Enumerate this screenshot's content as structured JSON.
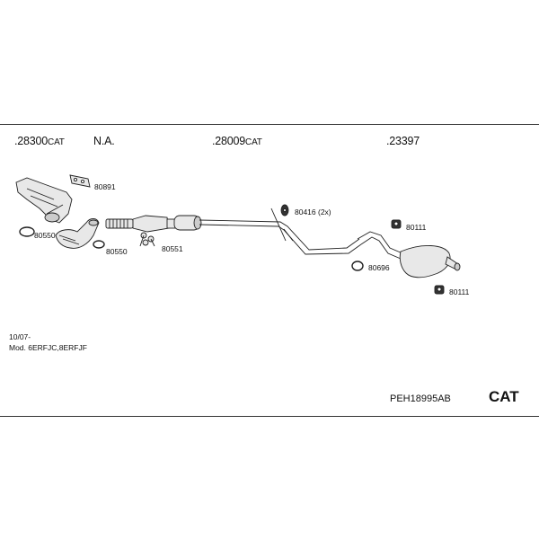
{
  "parts": [
    {
      "number": ".28300",
      "suffix": "CAT"
    },
    {
      "number": "N.A.",
      "suffix": ""
    },
    {
      "number": ".28009",
      "suffix": "CAT"
    },
    {
      "number": ".23397",
      "suffix": ""
    }
  ],
  "refs": {
    "r80891": "80891",
    "r80550a": "80550",
    "r80550b": "80550",
    "r80551": "80551",
    "r80416": "80416 (2x)",
    "r80111a": "80111",
    "r80696": "80696",
    "r80111b": "80111"
  },
  "notes": {
    "date": "10/07-",
    "models": "Mod. 6ERFJC,8ERFJF"
  },
  "footer": {
    "kit_code": "PEH18995AB",
    "category": "CAT"
  }
}
